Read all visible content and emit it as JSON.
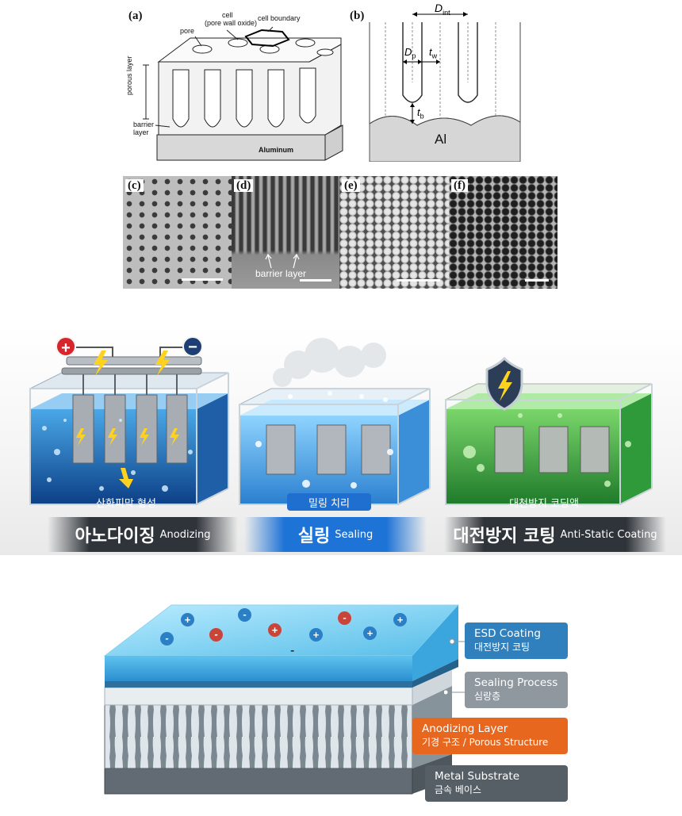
{
  "schematic": {
    "a": {
      "label": "(a)",
      "annotations": {
        "cell": "cell",
        "cell_sub": "(pore wall oxide)",
        "cell_boundary": "cell boundary",
        "pore": "pore",
        "porous_layer": "porous layer",
        "barrier_layer_1": "barrier",
        "barrier_layer_2": "layer",
        "aluminum": "Aluminum"
      }
    },
    "b": {
      "label": "(b)",
      "annotations": {
        "d_int": "D",
        "d_int_sub": "int",
        "d_p": "D",
        "d_p_sub": "p",
        "t_w": "t",
        "t_w_sub": "w",
        "t_b": "t",
        "t_b_sub": "b",
        "al": "Al"
      }
    }
  },
  "sem": {
    "c": {
      "label": "(c)"
    },
    "d": {
      "label": "(d)",
      "caption": "barrier layer"
    },
    "e": {
      "label": "(e)"
    },
    "f": {
      "label": "(f)"
    }
  },
  "process": {
    "anodizing": {
      "pill": "산화피막 형성",
      "banner_ko": "아노다이징",
      "banner_en": "Anodizing",
      "pill_color": "#3a3f46"
    },
    "sealing": {
      "pill": "밀링 치리",
      "banner_ko": "실링",
      "banner_en": "Sealing",
      "pill_color": "#1f6fd1"
    },
    "antistatic": {
      "pill": "대천방지 코딩액",
      "banner_ko": "대전방지 코팅",
      "banner_en": "Anti-Static Coating",
      "pill_color": "#3a3f46"
    }
  },
  "layers": {
    "esd": {
      "en": "ESD Coating",
      "ko": "대전방지 코팅",
      "color": "#2a7fbf"
    },
    "sealing": {
      "en": "Sealing Process",
      "ko": "심랑층",
      "color": "#8c949c"
    },
    "anodizing": {
      "en": "Anodizing Layer",
      "ko": "기경 구조 / Porous Structure",
      "color": "#e8671f"
    },
    "metal": {
      "en": "Metal Substrate",
      "ko": "금속 베이스",
      "color": "#555c64"
    },
    "charges": [
      "+",
      "-",
      "-",
      "+",
      "-",
      "-",
      "+",
      "+",
      "+",
      "-"
    ]
  }
}
